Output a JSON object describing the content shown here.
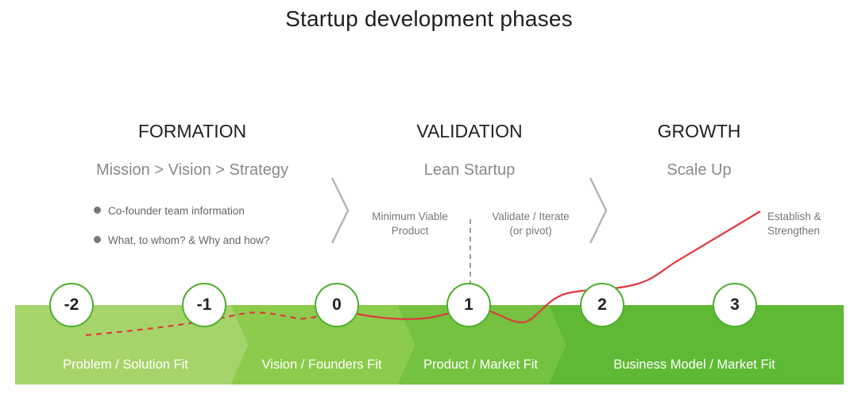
{
  "title": "Startup development phases",
  "phases": [
    {
      "name": "FORMATION",
      "subtitle": "Mission > Vision > Strategy"
    },
    {
      "name": "VALIDATION",
      "subtitle": "Lean Startup"
    },
    {
      "name": "GROWTH",
      "subtitle": "Scale Up"
    }
  ],
  "formation_bullets": [
    "Co-founder team information",
    "What, to whom? & Why and how?"
  ],
  "notes": {
    "mvp": [
      "Minimum Viable",
      "Product"
    ],
    "validate": [
      "Validate / Iterate",
      "(or pivot)"
    ],
    "establish": [
      "Establish &",
      "Strengthen"
    ]
  },
  "milestones": [
    "-2",
    "-1",
    "0",
    "1",
    "2",
    "3"
  ],
  "stages": [
    "Problem / Solution Fit",
    "Vision / Founders Fit",
    "Product / Market Fit",
    "Business Model / Market Fit"
  ],
  "colors": {
    "stage1": "#a7d46a",
    "stage2": "#8ccb4c",
    "stage3": "#74c23f",
    "stage4": "#5fb935",
    "curve": "#e0393e",
    "chevron": "#b5b5b5",
    "circle_border": "#4caf2e"
  }
}
